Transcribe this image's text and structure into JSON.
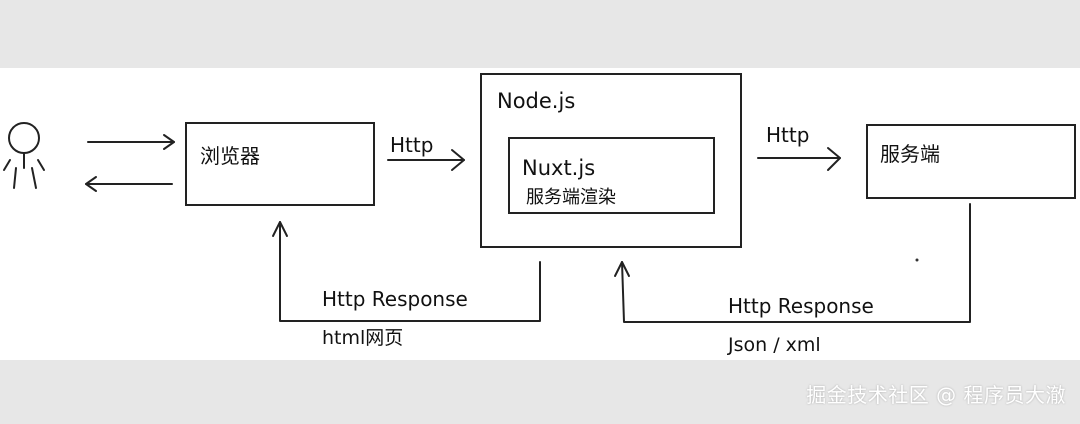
{
  "nodes": {
    "browser": "浏览器",
    "nodejs": "Node.js",
    "nuxtjs": "Nuxt.js",
    "ssr": "服务端渲染",
    "server": "服务端"
  },
  "edges": {
    "http_left": "Http",
    "http_right": "Http",
    "response_left": "Http Response",
    "response_left_type": "html网页",
    "response_right": "Http Response",
    "response_right_type": "Json / xml"
  },
  "watermark": "掘金技术社区 @ 程序员大澈"
}
